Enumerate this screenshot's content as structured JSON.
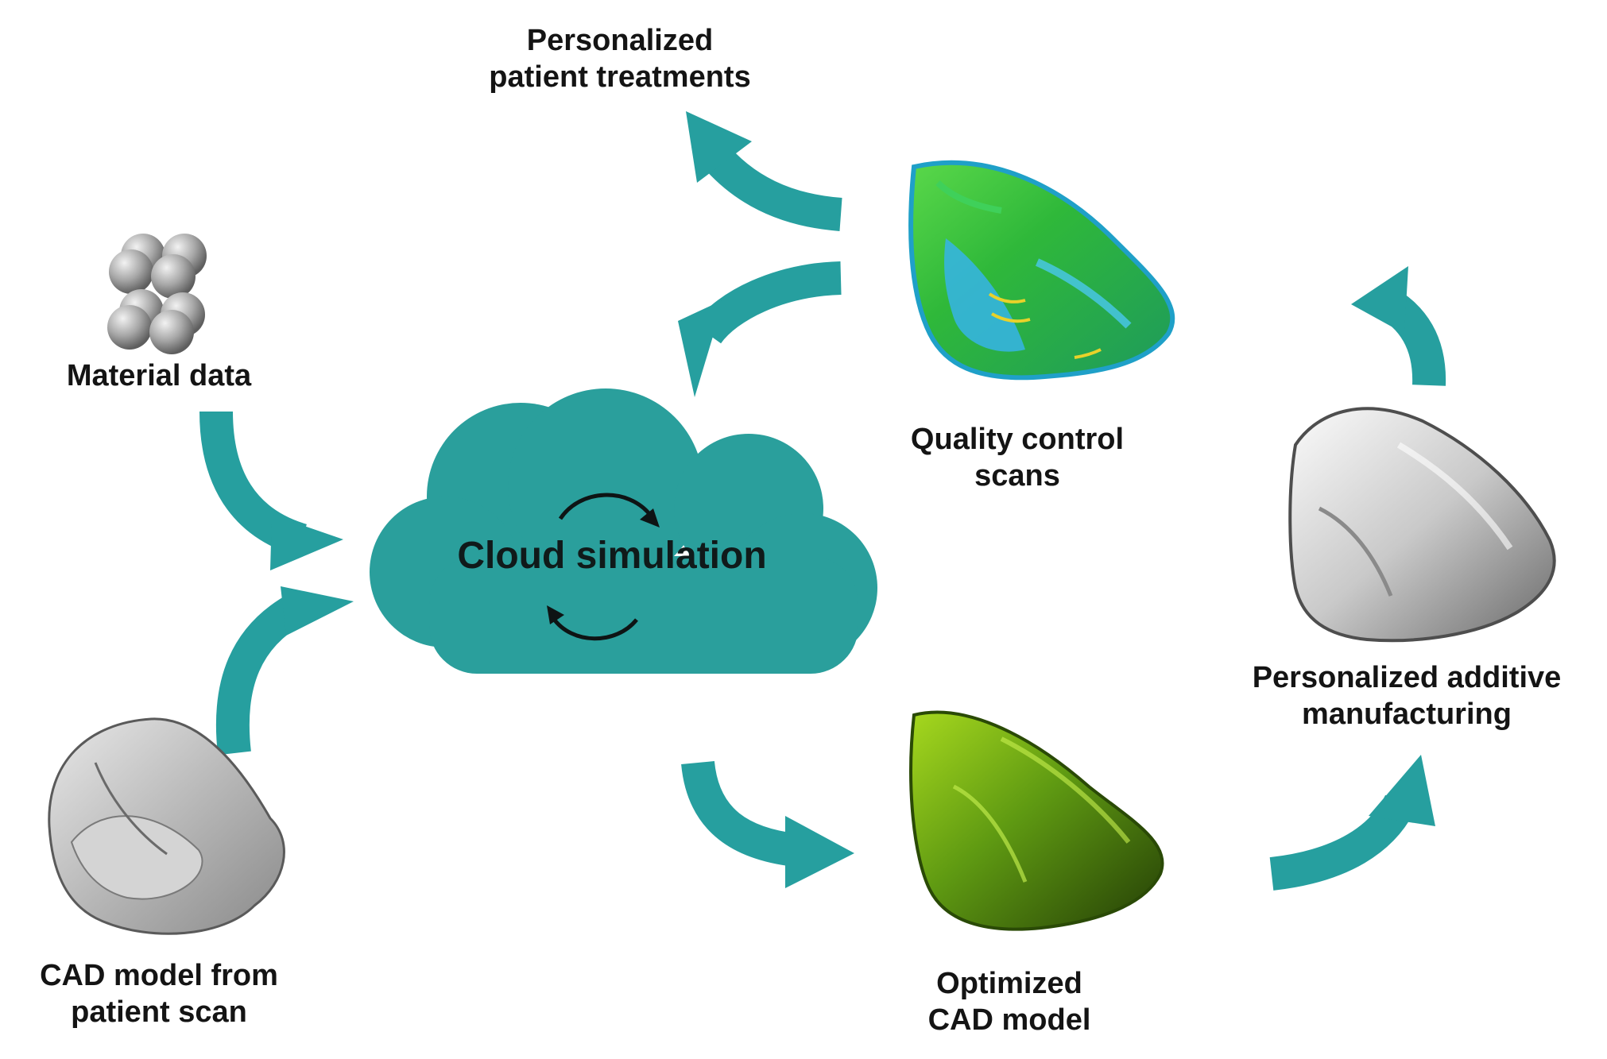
{
  "colors": {
    "teal": "#269f9f",
    "cloud": "#2a9f9c",
    "text": "#141414"
  },
  "labels": {
    "personalized_treatments": [
      "Personalized",
      "patient treatments"
    ],
    "material_data": [
      "Material data"
    ],
    "quality_control": [
      "Quality control",
      "scans"
    ],
    "cloud_simulation": "Cloud simulation",
    "personalized_am": [
      "Personalized additive",
      "manufacturing"
    ],
    "cad_patient": [
      "CAD model from",
      "patient scan"
    ],
    "optimized_cad": [
      "Optimized",
      "CAD model"
    ]
  },
  "icons": {
    "material": "sphere-cluster-icon",
    "cloud_cycle": "refresh-cycle-icon",
    "scan_gray": "dental-scan-gray-icon",
    "scan_qc": "dental-scan-heatmap-icon",
    "scan_optimized": "dental-scan-green-icon",
    "scan_printed": "dental-print-silver-icon"
  }
}
